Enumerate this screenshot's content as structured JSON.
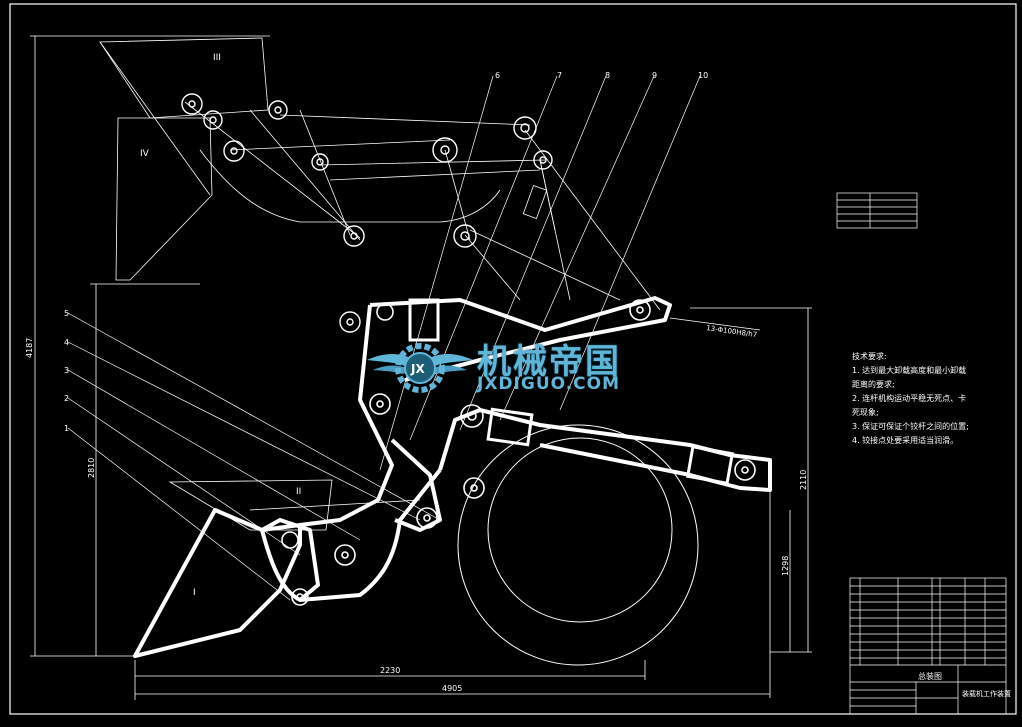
{
  "drawing": {
    "part_numbers": [
      "6",
      "7",
      "8",
      "9",
      "10",
      "5",
      "4",
      "3",
      "2",
      "1"
    ],
    "region_labels": [
      "III",
      "IV",
      "II",
      "I"
    ],
    "dimensions": {
      "overall_height": "4187",
      "left_height": "2810",
      "right_height": "2110",
      "wheel_height": "1298",
      "reach": "2230",
      "overall_length": "4905"
    },
    "callout": "13-Φ100H8/h7"
  },
  "technical_notes": {
    "heading": "技术要求:",
    "lines": [
      "1. 达到最大卸载高度和最小卸载",
      "距离的要求;",
      "2. 连杆机构运动平稳无死点、卡",
      "死现象;",
      "3. 保证可保证个铰杆之间的位置;",
      "4. 铰接点处要采用适当润滑。"
    ]
  },
  "title_block": {
    "drawing_title": "装载机工作装置",
    "assembly_label": "总装图"
  },
  "watermark": {
    "chinese": "机械帝国",
    "english": "JXDIGUO.COM",
    "badge": "JX"
  },
  "colors": {
    "background": "#000000",
    "lines": "#ffffff",
    "watermark": "#5fb6d8"
  }
}
